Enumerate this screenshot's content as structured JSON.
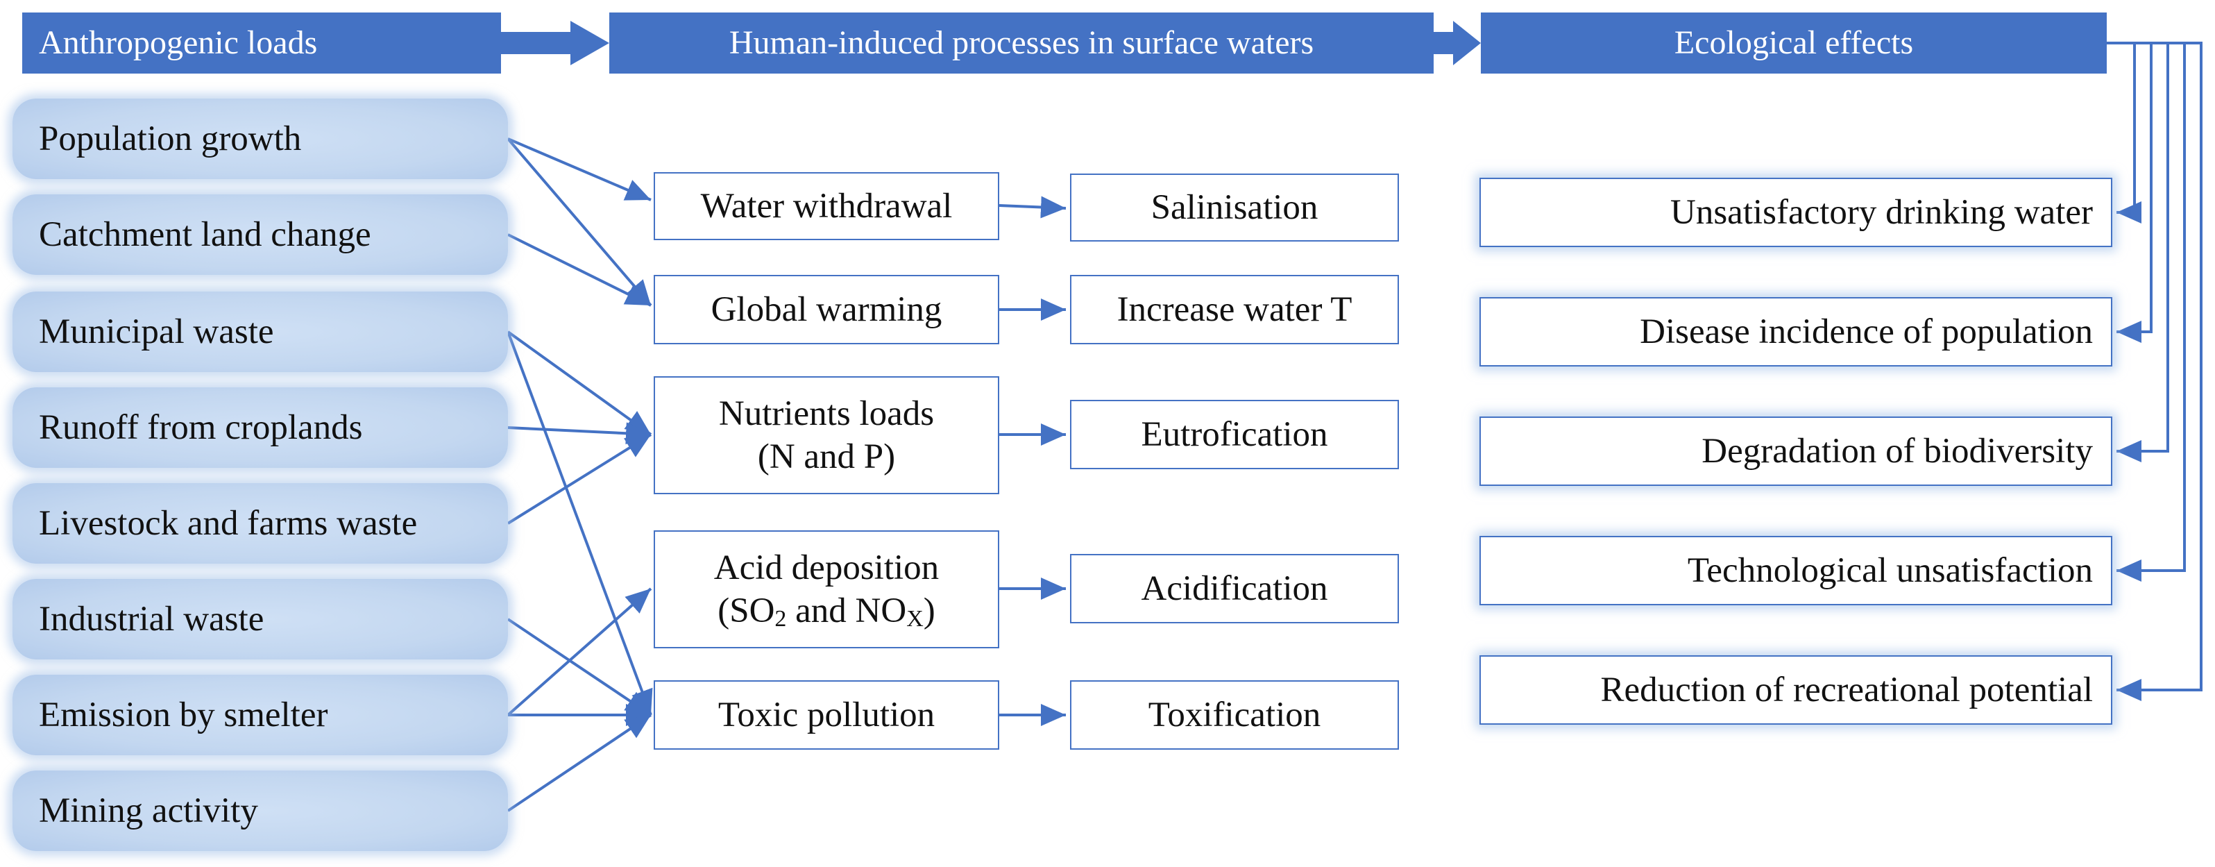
{
  "headers": {
    "loads": "Anthropogenic loads",
    "processes": "Human-induced processes in surface waters",
    "effects": "Ecological effects"
  },
  "loads": [
    "Population growth",
    "Catchment land change",
    "Municipal waste",
    "Runoff from croplands",
    "Livestock and farms waste",
    "Industrial waste",
    "Emission by smelter",
    "Mining activity"
  ],
  "processes": {
    "water_withdrawal": "Water withdrawal",
    "global_warming": "Global warming",
    "nutrients_line1": "Nutrients loads",
    "nutrients_line2": "(N and P)",
    "acid_line1": "Acid deposition",
    "acid_so": "(SO",
    "acid_so_sub": "2",
    "acid_and": " and NO",
    "acid_no_sub": "X",
    "acid_close": ")",
    "toxic": "Toxic pollution"
  },
  "results": {
    "salinisation": "Salinisation",
    "increase_t": "Increase water T",
    "eutrofication": "Eutrofication",
    "acidification": "Acidification",
    "toxification": "Toxification"
  },
  "effects": [
    "Unsatisfactory drinking water",
    "Disease incidence of population",
    "Degradation of biodiversity",
    "Technological unsatisfaction",
    "Reduction of recreational potential"
  ],
  "colors": {
    "accent": "#4472C4",
    "source_fill": "#c3d7f0"
  }
}
